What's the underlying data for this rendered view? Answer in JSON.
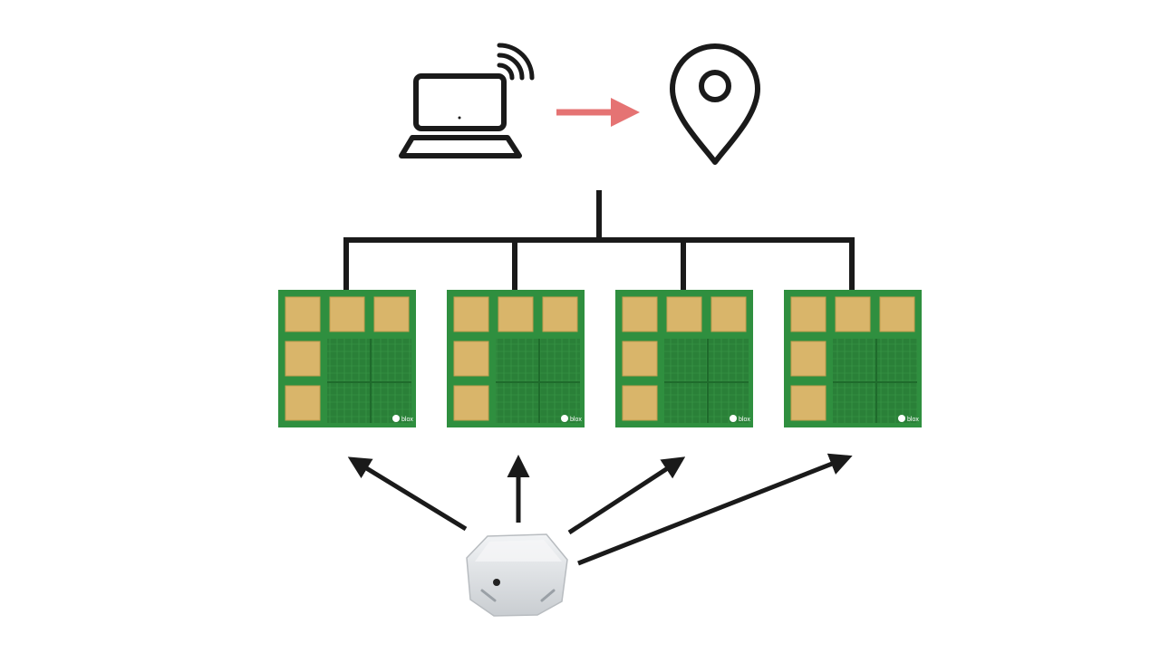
{
  "colors": {
    "background": "#ffffff",
    "stroke": "#1a1a1a",
    "arrow_accent": "#e57373",
    "pcb_green": "#2f8f3f",
    "pcb_dark": "#1f6b2c",
    "pad_gold": "#d9b56a",
    "tag_body": "#e3e6e9"
  },
  "icons": {
    "computer": "laptop-wifi-icon",
    "location": "map-pin-icon",
    "tag": "ble-tag-icon"
  },
  "boards": [
    {
      "id": "anchor-1",
      "logo": "blox"
    },
    {
      "id": "anchor-2",
      "logo": "blox"
    },
    {
      "id": "anchor-3",
      "logo": "blox"
    },
    {
      "id": "anchor-4",
      "logo": "blox"
    }
  ]
}
